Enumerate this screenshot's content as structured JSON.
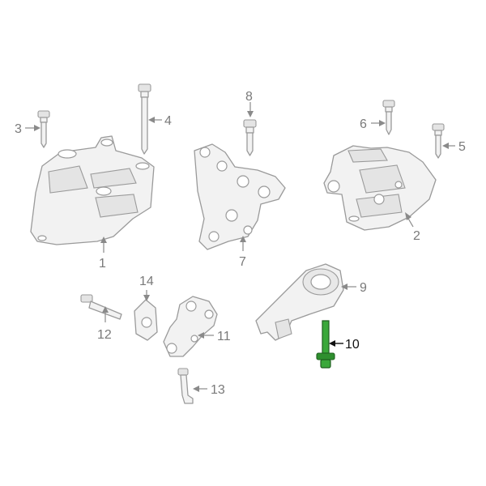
{
  "callouts": [
    {
      "number": "1"
    },
    {
      "number": "2"
    },
    {
      "number": "3"
    },
    {
      "number": "4"
    },
    {
      "number": "5"
    },
    {
      "number": "6"
    },
    {
      "number": "7"
    },
    {
      "number": "8"
    },
    {
      "number": "9"
    },
    {
      "number": "10"
    },
    {
      "number": "11"
    },
    {
      "number": "12"
    },
    {
      "number": "13"
    },
    {
      "number": "14"
    }
  ],
  "highlight_color": "#3aa83a",
  "highlighted_callout": "10"
}
